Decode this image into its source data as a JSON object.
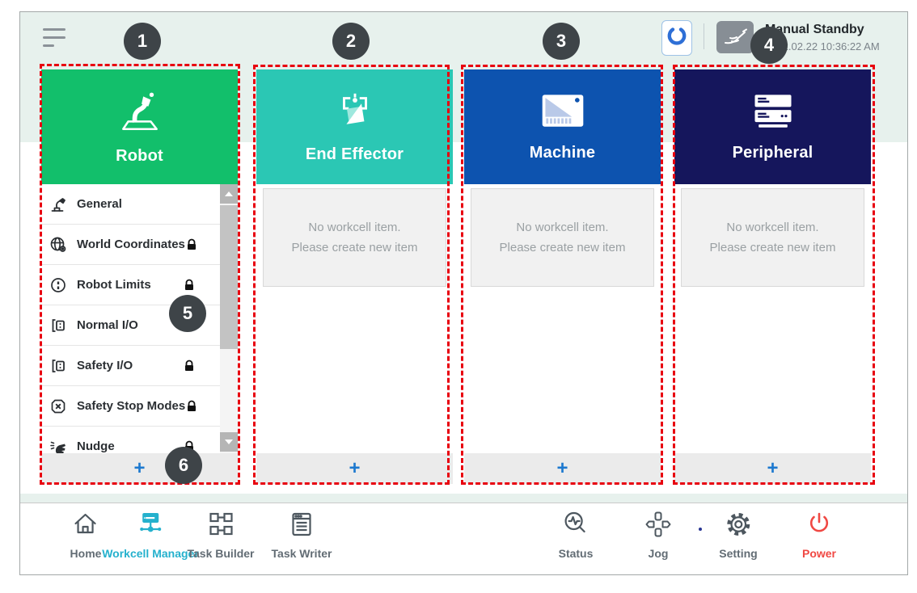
{
  "topbar": {
    "status_title": "Manual Standby",
    "status_time": "2022.02.22 10:36:22 AM"
  },
  "columns": {
    "robot": {
      "title": "Robot",
      "color": "#12bf6b",
      "items": [
        {
          "label": "General",
          "icon": "robot-general-icon",
          "locked": false
        },
        {
          "label": "World Coordinates",
          "icon": "world-coordinates-icon",
          "locked": true
        },
        {
          "label": "Robot Limits",
          "icon": "robot-limits-icon",
          "locked": true
        },
        {
          "label": "Normal I/O",
          "icon": "normal-io-icon",
          "locked": false
        },
        {
          "label": "Safety I/O",
          "icon": "safety-io-icon",
          "locked": true
        },
        {
          "label": "Safety Stop Modes",
          "icon": "safety-stop-modes-icon",
          "locked": true
        },
        {
          "label": "Nudge",
          "icon": "nudge-icon",
          "locked": true
        }
      ],
      "add_label": "+"
    },
    "end_effector": {
      "title": "End Effector",
      "color": "#2bc7b4",
      "empty": {
        "line1": "No workcell item.",
        "line2": "Please create new item"
      },
      "add_label": "+"
    },
    "machine": {
      "title": "Machine",
      "color": "#0d53af",
      "empty": {
        "line1": "No workcell item.",
        "line2": "Please create new item"
      },
      "add_label": "+"
    },
    "peripheral": {
      "title": "Peripheral",
      "color": "#15165c",
      "empty": {
        "line1": "No workcell item.",
        "line2": "Please create new item"
      },
      "add_label": "+"
    }
  },
  "nav": {
    "home": "Home",
    "workcell_manager": "Workcell Manager",
    "task_builder": "Task Builder",
    "task_writer": "Task Writer",
    "status": "Status",
    "jog": "Jog",
    "setting": "Setting",
    "power": "Power"
  },
  "annotations": [
    "1",
    "2",
    "3",
    "4",
    "5",
    "6"
  ],
  "colors": {
    "nav_active": "#25b1cd",
    "power_red": "#f04843",
    "annotation_red": "#e8000f",
    "add_plus_blue": "#1d79cf"
  }
}
